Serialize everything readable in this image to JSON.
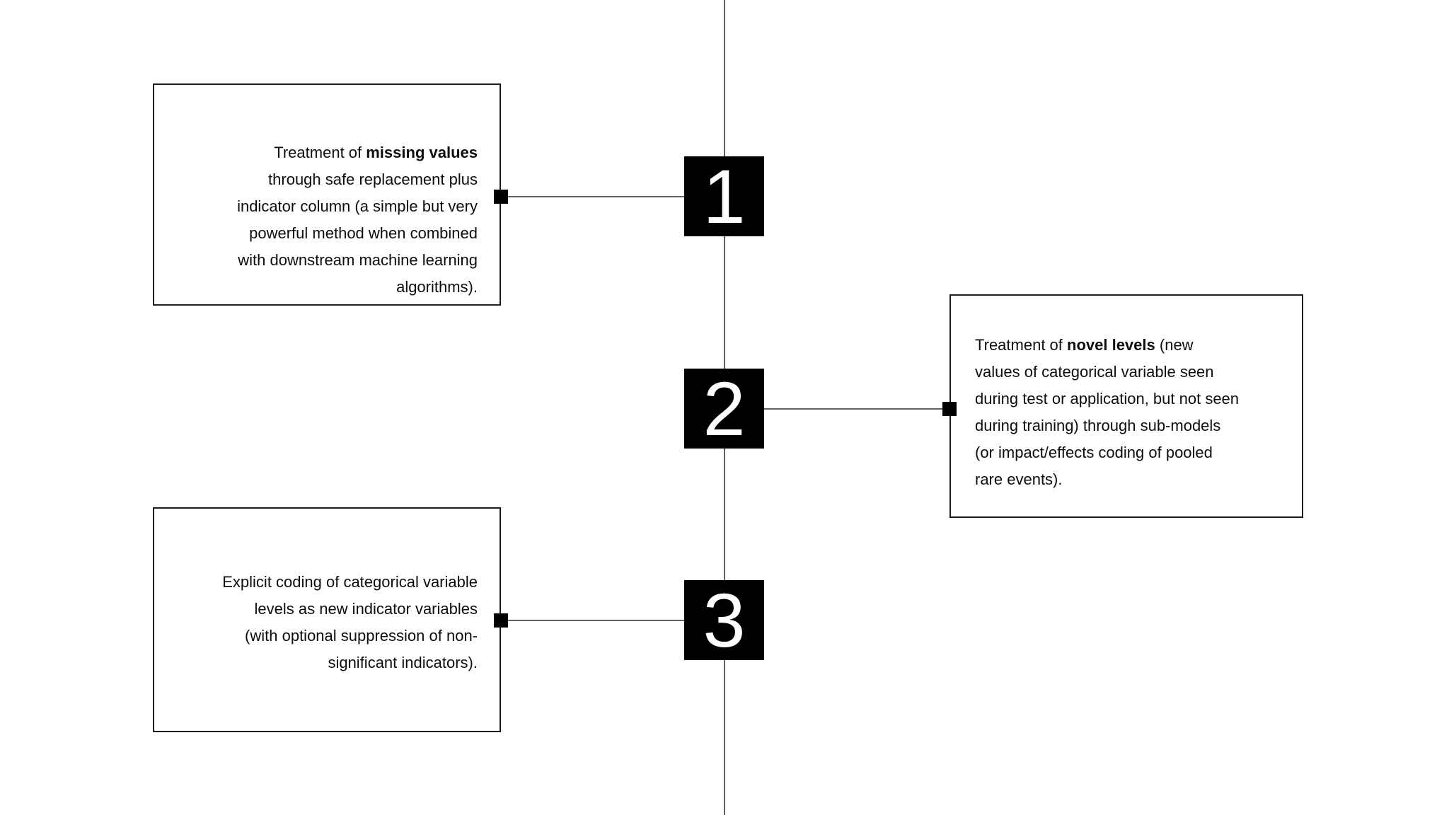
{
  "styles": {
    "timeline_line_color": "#636363",
    "node_fill": "#000000",
    "node_text_color": "#ffffff",
    "box_border_color": "#1f1f1f",
    "text_color": "#0d0d0d",
    "background": "#ffffff"
  },
  "diagram": {
    "kind": "vertical-numbered-timeline",
    "steps": [
      {
        "number": "1",
        "side": "left",
        "text_prefix": "Treatment of ",
        "text_bold": "missing values",
        "text_suffix": "\nthrough safe replacement plus\nindicator column (a simple but very\npowerful method when combined\nwith downstream machine learning\nalgorithms)."
      },
      {
        "number": "2",
        "side": "right",
        "text_prefix": "Treatment of ",
        "text_bold": "novel levels",
        "text_suffix": " (new\nvalues of categorical variable seen\nduring test or application, but not seen\nduring training) through sub-models\n(or impact/effects coding of pooled\nrare events)."
      },
      {
        "number": "3",
        "side": "left",
        "text_prefix": "Explicit coding of categorical variable\nlevels as new indicator variables\n(with optional suppression of non-\nsignificant indicators).",
        "text_bold": "",
        "text_suffix": ""
      }
    ]
  }
}
